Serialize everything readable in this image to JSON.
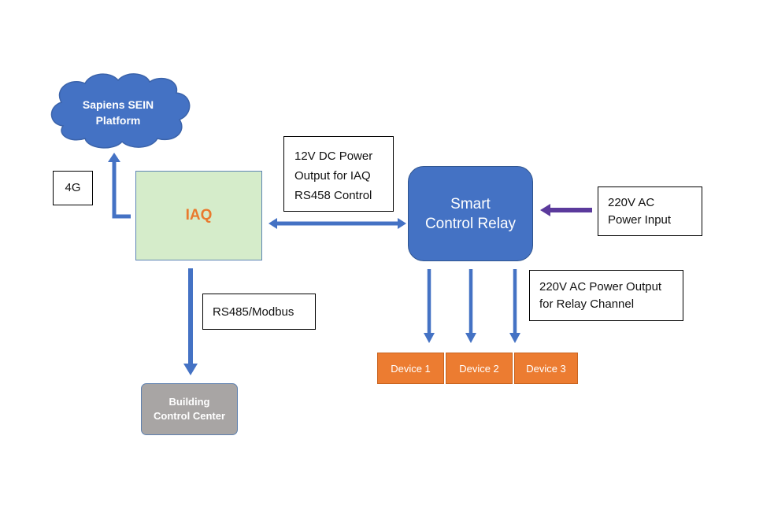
{
  "cloud": {
    "line1": "Sapiens SEIN",
    "line2": "Platform"
  },
  "link_4g": {
    "label": "4G"
  },
  "iaq": {
    "label": "IAQ"
  },
  "power_label": {
    "line1": "12V DC Power",
    "line2": "Output for IAQ",
    "line3": "RS458 Control"
  },
  "relay": {
    "line1": "Smart",
    "line2": "Control Relay"
  },
  "ac_input": {
    "line1": "220V AC",
    "line2": "Power Input"
  },
  "rs485": {
    "label": "RS485/Modbus"
  },
  "ac_output": {
    "line1": "220V AC Power Output",
    "line2": "for Relay Channel"
  },
  "bcc": {
    "line1": "Building",
    "line2": "Control Center"
  },
  "devices": [
    {
      "label": "Device 1"
    },
    {
      "label": "Device 2"
    },
    {
      "label": "Device 3"
    }
  ],
  "colors": {
    "cloud_fill": "#4472c4",
    "arrow_blue": "#4472c4",
    "arrow_purple": "#5b3a9c",
    "iaq_fill": "#d5ecca",
    "iaq_text": "#e97a2e",
    "relay_fill": "#4472c4",
    "bcc_fill": "#a8a5a4",
    "device_fill": "#ec7c31"
  }
}
